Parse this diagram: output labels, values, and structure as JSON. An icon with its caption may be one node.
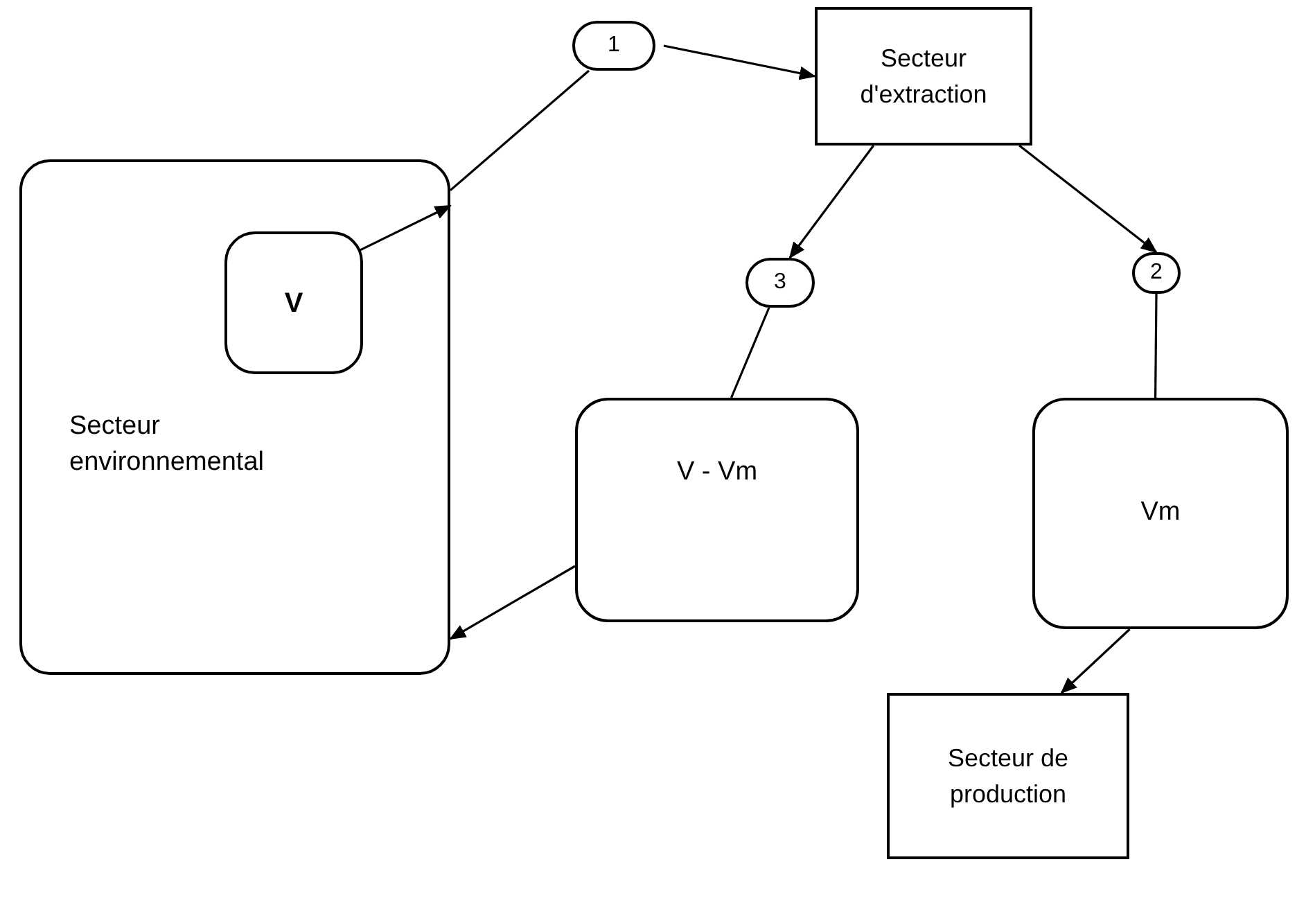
{
  "diagram": {
    "nodes": [
      {
        "text": [
          "Secteur environnemental"
        ]
      },
      {
        "text": [
          "V"
        ],
        "in": 0
      },
      {
        "text": [
          "1"
        ]
      },
      {
        "text": [
          "Secteur d'extraction"
        ]
      },
      {
        "text": [
          "3"
        ]
      },
      {
        "text": [
          "2"
        ]
      },
      {
        "text": [
          "V - Vm"
        ]
      },
      {
        "text": [
          "Vm"
        ]
      },
      {
        "text": [
          "Secteur de production"
        ]
      }
    ],
    "edges": [
      {
        "from": 1,
        "to": 0,
        "arrow": "to"
      },
      {
        "from": 0,
        "to": 2,
        "arrow": "none"
      },
      {
        "from": 2,
        "to": 3,
        "arrow": "to"
      },
      {
        "from": 3,
        "to": 4,
        "arrow": "to"
      },
      {
        "from": 4,
        "to": 6,
        "arrow": "none"
      },
      {
        "from": 6,
        "to": 0,
        "arrow": "to"
      },
      {
        "from": 3,
        "to": 5,
        "arrow": "to"
      },
      {
        "from": 5,
        "to": 7,
        "arrow": "none"
      },
      {
        "from": 7,
        "to": 8,
        "arrow": "to"
      }
    ]
  }
}
